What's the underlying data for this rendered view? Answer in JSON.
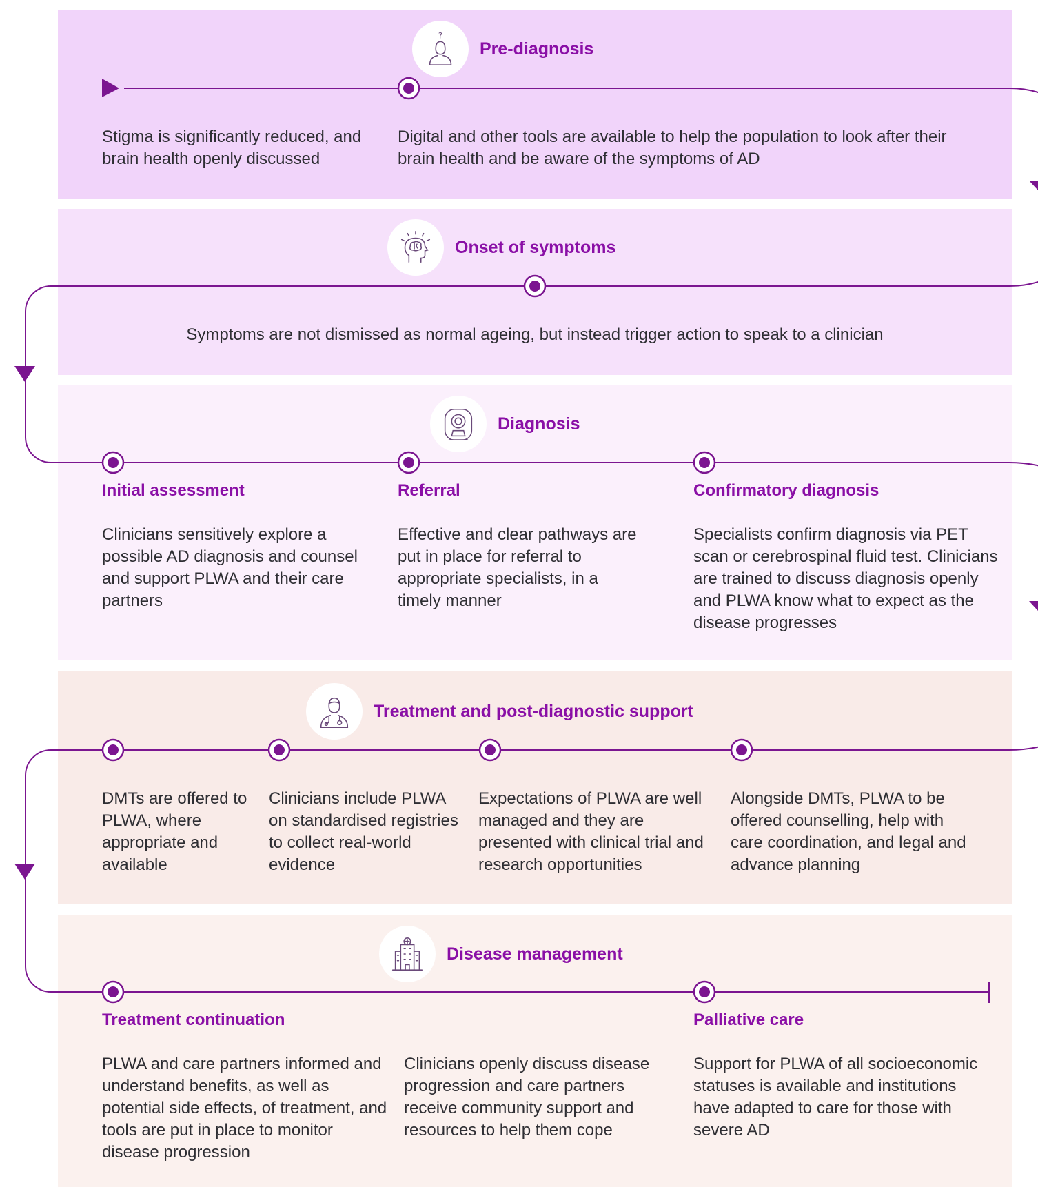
{
  "colors": {
    "accent": "#8a0fa6",
    "line": "#7b1590",
    "band1": "#f1d4fa",
    "band2": "#f6e1fb",
    "band3": "#fbf0fc",
    "band4": "#f9ebe8",
    "band5": "#fbf1ee"
  },
  "stages": [
    {
      "title": "Pre-diagnosis",
      "icon": "person-question-icon",
      "items": [
        {
          "text": "Stigma is significantly reduced, and brain health openly discussed"
        },
        {
          "text": "Digital and other tools are available to help the population to look after their brain health and be aware of the symptoms of AD"
        }
      ]
    },
    {
      "title": "Onset of symptoms",
      "icon": "brain-head-icon",
      "items": [
        {
          "text": "Symptoms are not dismissed as normal ageing, but instead trigger action to speak to a clinician"
        }
      ]
    },
    {
      "title": "Diagnosis",
      "icon": "mri-scanner-icon",
      "items": [
        {
          "heading": "Initial assessment",
          "text": "Clinicians sensitively explore a possible AD diagnosis and counsel and support PLWA and their care partners"
        },
        {
          "heading": "Referral",
          "text": "Effective and clear pathways are put in place for referral to appropriate specialists, in a timely manner"
        },
        {
          "heading": "Confirmatory diagnosis",
          "text": "Specialists confirm diagnosis via PET scan or cerebrospinal fluid test. Clinicians are trained to discuss diagnosis openly and PLWA know what to expect as the disease progresses"
        }
      ]
    },
    {
      "title": "Treatment and post-diagnostic support",
      "icon": "doctor-stethoscope-icon",
      "items": [
        {
          "text": "DMTs are offered to PLWA, where appropriate and available"
        },
        {
          "text": "Clinicians include PLWA on standardised registries to collect real-world evidence"
        },
        {
          "text": "Expectations of PLWA are well managed and they are presented with clinical trial and research opportunities"
        },
        {
          "text": "Alongside DMTs, PLWA to be offered counselling, help with care coordination, and legal and advance planning"
        }
      ]
    },
    {
      "title": "Disease management",
      "icon": "hospital-building-icon",
      "items": [
        {
          "heading": "Treatment continuation",
          "text": "PLWA and care partners informed and understand benefits, as well as potential side effects, of treatment, and tools are put in place to monitor disease progression"
        },
        {
          "text": "Clinicians openly discuss disease progression and care partners receive community support and resources to help them cope"
        },
        {
          "heading": "Palliative care",
          "text": "Support for PLWA of all socioeconomic statuses is available and institutions have adapted to care for those with severe AD"
        }
      ]
    }
  ]
}
